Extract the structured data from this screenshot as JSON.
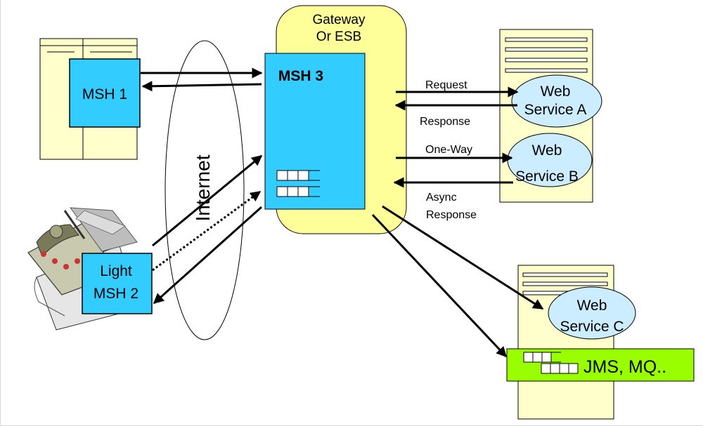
{
  "colors": {
    "server": "#FFFFCC",
    "msh_box": "#33CCFF",
    "gateway": "#FFFF99",
    "service_ellipse": "#CCECFF",
    "queue_bar": "#99FF00",
    "border": "#000000",
    "frame": "#D9D9D9"
  },
  "nodes": {
    "gateway_label_line1": "Gateway",
    "gateway_label_line2": "Or ESB",
    "msh3": "MSH 3",
    "msh1": "MSH 1",
    "msh2_line1": "Light",
    "msh2_line2": "MSH 2",
    "internet": "Internet",
    "ws_a_line1": "Web",
    "ws_a_line2": "Service A",
    "ws_b_line1": "Web",
    "ws_b_line2": "Service B",
    "ws_c_line1": "Web",
    "ws_c_line2": "Service C",
    "queue": "JMS, MQ.."
  },
  "edges": {
    "request": "Request",
    "response": "Response",
    "one_way": "One-Way",
    "async_line1": "Async",
    "async_line2": "Response"
  },
  "icons": {
    "pda": "pda-clipart-icon",
    "server_tower": "server-tower-icon",
    "queue": "message-queue-icon"
  }
}
